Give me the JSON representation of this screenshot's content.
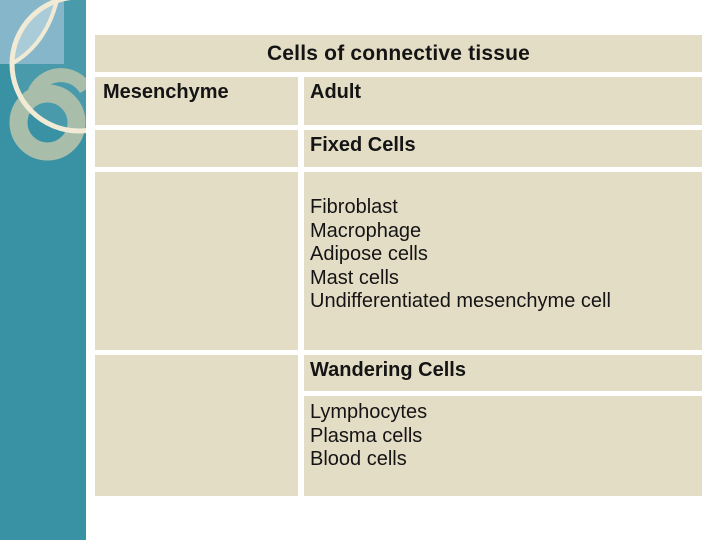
{
  "slide": {
    "title": "Cells of connective tissue",
    "table": {
      "columns": {
        "left_header": "Mesenchyme",
        "right_header": "Adult"
      },
      "sections": [
        {
          "heading": "Fixed Cells",
          "items": [
            "Fibroblast",
            "Macrophage",
            "Adipose cells",
            "Mast cells",
            "Undifferentiated mesenchyme cell"
          ]
        },
        {
          "heading": "Wandering Cells",
          "items": [
            "Lymphocytes",
            "Plasma cells",
            "Blood cells"
          ]
        }
      ]
    },
    "colors": {
      "cell_background": "#e4ddc6",
      "sidebar_teal": "#3892a4",
      "sidebar_light_blue": "#86b6c9",
      "circle_sage": "#a9bdab",
      "circle_cream": "#f1ead5",
      "text": "#141414"
    },
    "decoration": "overlapping-circles-sidebar"
  }
}
